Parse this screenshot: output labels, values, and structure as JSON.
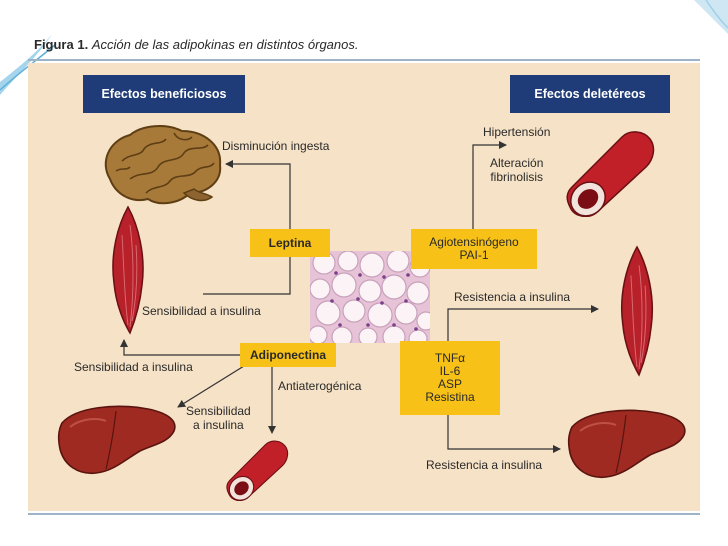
{
  "caption": {
    "label": "Figura 1.",
    "text": "Acción de las adipokinas en distintos órganos."
  },
  "headers": {
    "beneficial": "Efectos beneficiosos",
    "deleterious": "Efectos deletéreos"
  },
  "nodes": {
    "leptina": "Leptina",
    "adiponectina": "Adiponectina",
    "agiotensinogeno": [
      "Agiotensinógeno",
      "PAI-1"
    ],
    "tnf_group": [
      "TNFα",
      "IL-6",
      "ASP",
      "Resistina"
    ]
  },
  "labels": {
    "disminucion_ingesta": "Disminución ingesta",
    "sensibilidad_leptina": "Sensibilidad a insulina",
    "sensibilidad_adipo_left": "Sensibilidad a insulina",
    "antiaterogenica": "Antiaterogénica",
    "sensibilidad_liver": [
      "Sensibilidad",
      "a insulina"
    ],
    "hipertension": "Hipertensión",
    "alteracion": [
      "Alteración",
      "fibrinolisis"
    ],
    "resistencia_muscle": "Resistencia a insulina",
    "resistencia_liver": "Resistencia a insulina"
  },
  "colors": {
    "panel": "#f6e2c6",
    "header": "#1f3c78",
    "node": "#f7c117",
    "arrow": "#333333",
    "muscle": "#b8202a",
    "liver": "#9e2a22",
    "brain": "#a87a3a"
  },
  "icons": {
    "brain": "brain-icon",
    "muscle": "muscle-icon",
    "liver": "liver-icon",
    "vessel": "blood-vessel-icon",
    "adipose": "adipose-tissue-icon"
  }
}
